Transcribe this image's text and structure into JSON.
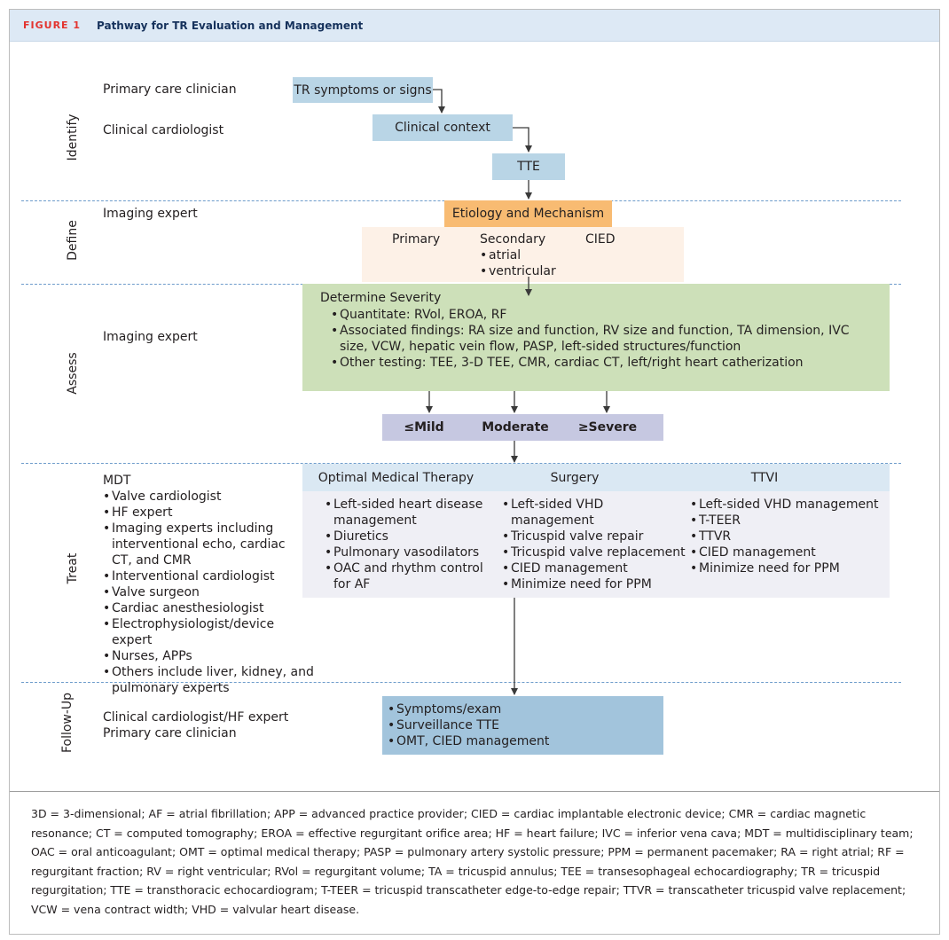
{
  "header": {
    "figure_label": "FIGURE 1",
    "title": "Pathway for TR Evaluation and Management"
  },
  "stages": {
    "identify": "Identify",
    "define": "Define",
    "assess": "Assess",
    "treat": "Treat",
    "follow_up": "Follow-Up"
  },
  "lanes": {
    "identify_primary": "Primary care clinician",
    "identify_cardiologist": "Clinical cardiologist",
    "define": "Imaging expert",
    "assess": "Imaging expert",
    "treat_title": "MDT",
    "treat_items": [
      "Valve cardiologist",
      "HF expert",
      "Imaging experts including interventional echo, cardiac CT, and CMR",
      "Interventional cardiologist",
      "Valve surgeon",
      "Cardiac anesthesiologist",
      "Electrophysiologist/device expert",
      "Nurses, APPs",
      "Others include liver, kidney, and pulmonary experts"
    ],
    "follow_up_1": "Clinical cardiologist/HF expert",
    "follow_up_2": "Primary care clinician"
  },
  "flow": {
    "tr_symptoms": "TR symptoms or signs",
    "clinical_context": "Clinical context",
    "tte": "TTE",
    "etiology": "Etiology and Mechanism",
    "primary": "Primary",
    "secondary": "Secondary",
    "secondary_items": [
      "atrial",
      "ventricular"
    ],
    "cied": "CIED"
  },
  "assess_box": {
    "title": "Determine Severity",
    "items": [
      "Quantitate: RVol, EROA, RF",
      "Associated findings: RA size and function, RV size and function, TA dimension, IVC size, VCW, hepatic vein flow, PASP, left-sided structures/function",
      "Other testing: TEE, 3-D TEE, CMR, cardiac CT, left/right heart catherization"
    ]
  },
  "severity": {
    "mild": "≤Mild",
    "moderate": "Moderate",
    "severe": "≥Severe"
  },
  "treat": {
    "omt_title": "Optimal Medical Therapy",
    "surgery_title": "Surgery",
    "ttvi_title": "TTVI",
    "omt_items": [
      "Left-sided heart disease management",
      "Diuretics",
      "Pulmonary vasodilators",
      "OAC and rhythm control for AF"
    ],
    "surgery_items": [
      "Left-sided VHD management",
      "Tricuspid valve repair",
      "Tricuspid valve replacement",
      "CIED management",
      "Minimize need for PPM"
    ],
    "ttvi_items": [
      "Left-sided VHD management",
      "T-TEER",
      "TTVR",
      "CIED management",
      "Minimize need for PPM"
    ]
  },
  "follow_up_box": {
    "items": [
      "Symptoms/exam",
      "Surveillance TTE",
      "OMT, CIED management"
    ]
  },
  "footer": {
    "abbreviations": "3D = 3-dimensional; AF = atrial fibrillation; APP = advanced practice provider; CIED = cardiac implantable electronic device; CMR = cardiac magnetic resonance; CT = computed tomography; EROA = effective regurgitant orifice area; HF = heart failure; IVC = inferior vena cava; MDT = multidisciplinary team; OAC = oral anticoagulant; OMT = optimal medical therapy; PASP = pulmonary artery systolic pressure; PPM = permanent pacemaker; RA = right atrial; RF = regurgitant fraction; RV = right ventricular; RVol = regurgitant volume; TA = tricuspid annulus; TEE = transesophageal echocardiography; TR = tricuspid regurgitation; TTE = transthoracic echocardiogram; T-TEER = tricuspid transcatheter edge-to-edge repair; TTVR = transcatheter tricuspid valve replacement; VCW = vena contract width; VHD = valvular heart disease."
  },
  "colors": {
    "header_bg": "#dde9f5",
    "figure_label": "#e3342f",
    "title": "#16325c",
    "blue_box": "#b9d5e6",
    "etiology": "#f8bb72",
    "etiology_panel": "#fdf1e7",
    "assess_green": "#cde0b9",
    "severity_bar": "#c6c8e1",
    "treat_header": "#dae8f3",
    "treat_body": "#efeff5",
    "follow_up_box": "#a2c4dc",
    "divider": "#6e9ccb"
  }
}
